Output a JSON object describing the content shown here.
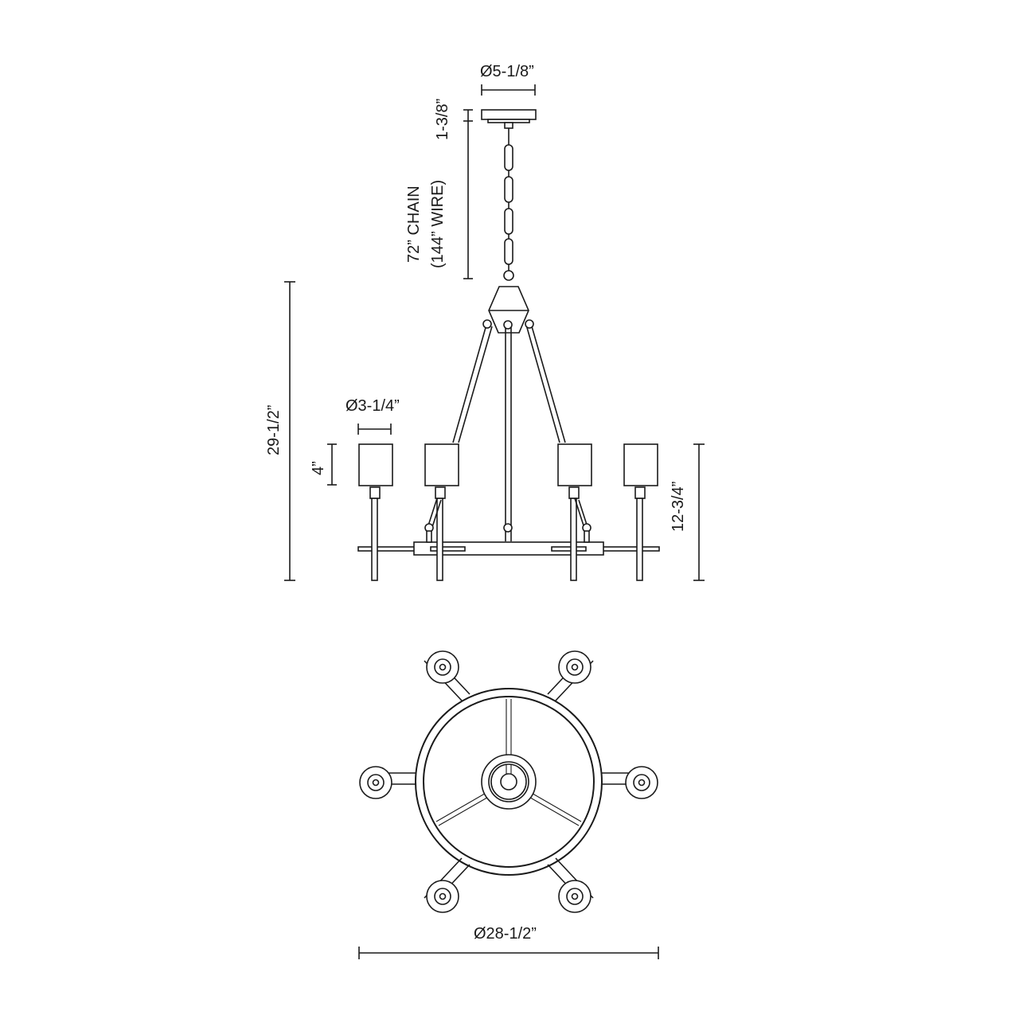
{
  "diagram": {
    "title": "Chandelier dimension drawing",
    "views": [
      "side-elevation",
      "bottom-plan"
    ],
    "line_color": "#1a1a1a",
    "background": "#ffffff"
  },
  "dimensions": {
    "canopy_diameter": "Ø5-1/8”",
    "canopy_height": "1-3/8”",
    "chain_length": "72” CHAIN",
    "wire_length": "(144” WIRE)",
    "overall_height": "29-1/2”",
    "shade_diameter": "Ø3-1/4”",
    "shade_height": "4”",
    "arm_height": "12-3/4”",
    "overall_diameter": "Ø28-1/2”"
  },
  "components": {
    "lights_count": 6,
    "support_rods": 3
  }
}
